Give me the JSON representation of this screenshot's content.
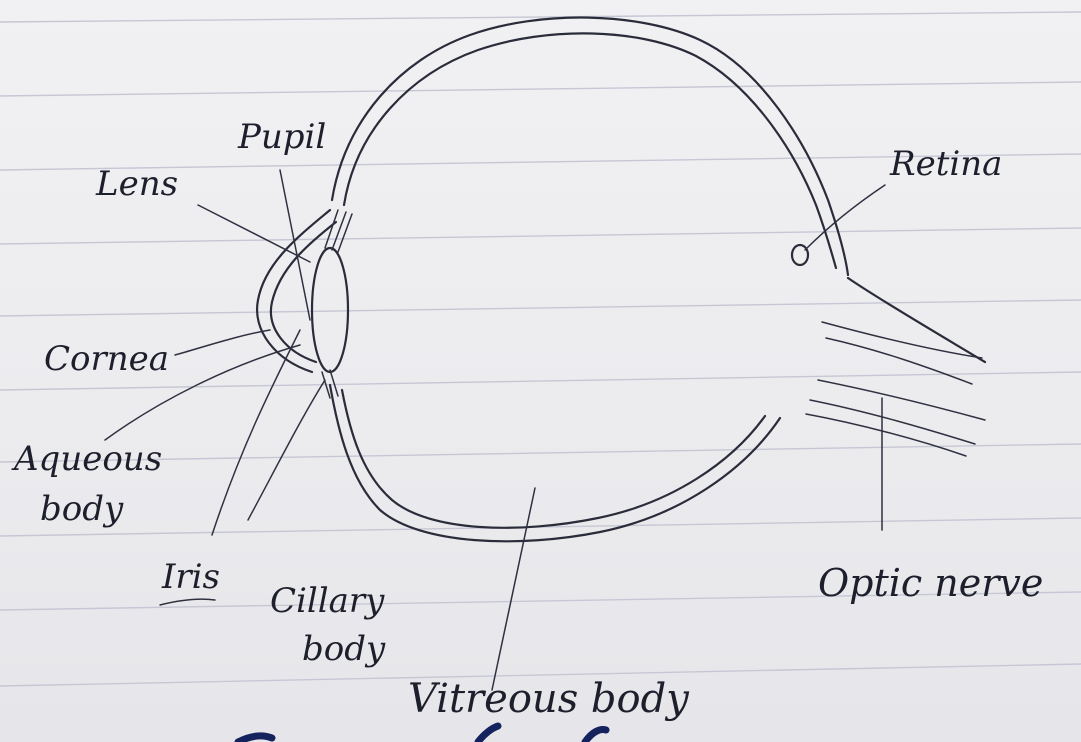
{
  "diagram": {
    "labels": {
      "pupil": "Pupil",
      "lens": "Lens",
      "cornea": "Cornea",
      "aqueous_line1": "Aqueous",
      "aqueous_line2": "body",
      "iris": "Iris",
      "ciliary_line1": "Cillary",
      "ciliary_line2": "body",
      "vitreous": "Vitreous body",
      "retina": "Retina",
      "optic_nerve": "Optic nerve"
    }
  }
}
